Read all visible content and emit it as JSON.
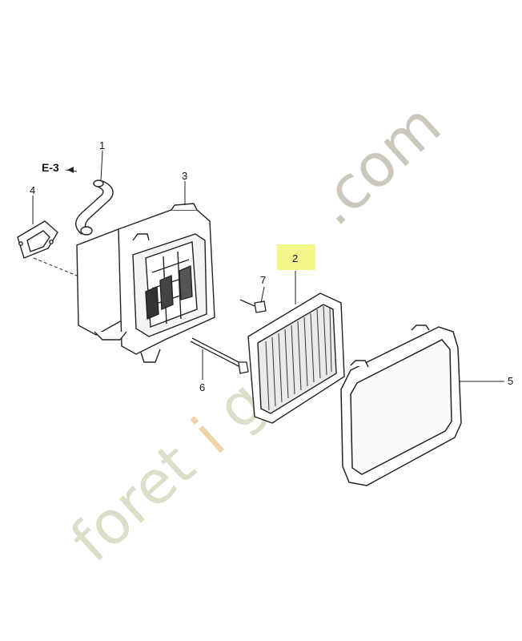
{
  "reference_label": "E-3",
  "callouts": {
    "c1": "1",
    "c2": "2",
    "c3": "3",
    "c4": "4",
    "c5": "5",
    "c6": "6",
    "c7": "7"
  },
  "highlight_color": "#f4f58a",
  "watermark": {
    "part1": "foret",
    "part2": "i",
    "part3": "gn",
    "part4": ".com",
    "colors": [
      "#d7dec6",
      "#f0d2a5",
      "#c9c5b9"
    ]
  }
}
